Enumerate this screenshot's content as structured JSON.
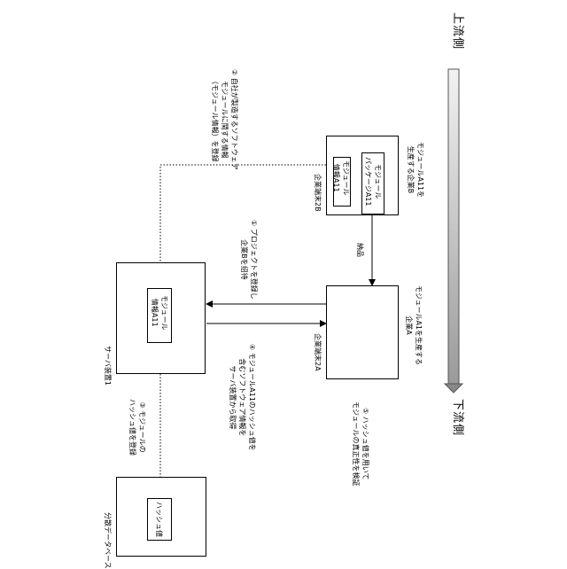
{
  "flow": {
    "upstream": "上流側",
    "downstream": "下流側"
  },
  "nodes": {
    "company_terminal_b": "企業端末2B",
    "company_terminal_a": "企業端末2A",
    "server": "サーバ装置1",
    "distributed_db": "分散データベース",
    "module_info_b": "モジュール\n情報A11",
    "module_package_b": "モジュール\nパッケージA11",
    "module_info_server": "モジュール\n情報A11",
    "hash_value": "ハッシュ値"
  },
  "labels": {
    "company_b_desc": "モジュールA11を\n生産する企業B",
    "company_a_desc": "モジュールA1を生産する\n企業A",
    "step1": "① プロジェクトを登録し\n企業Bを招待",
    "step2": "② 自社が製造するソフトウェア\nモジュールに関する情報\n（モジュール情報）を登録",
    "step3": "③ モジュールの\nハッシュ値を登録",
    "step4": "④ モジュールA11のハッシュ値を\n含むソフトウェア情報を\nサーバ装置から取得",
    "step5": "⑤ ハッシュ値を用いて\nモジュールの真正性を検証",
    "delivery": "納品"
  }
}
